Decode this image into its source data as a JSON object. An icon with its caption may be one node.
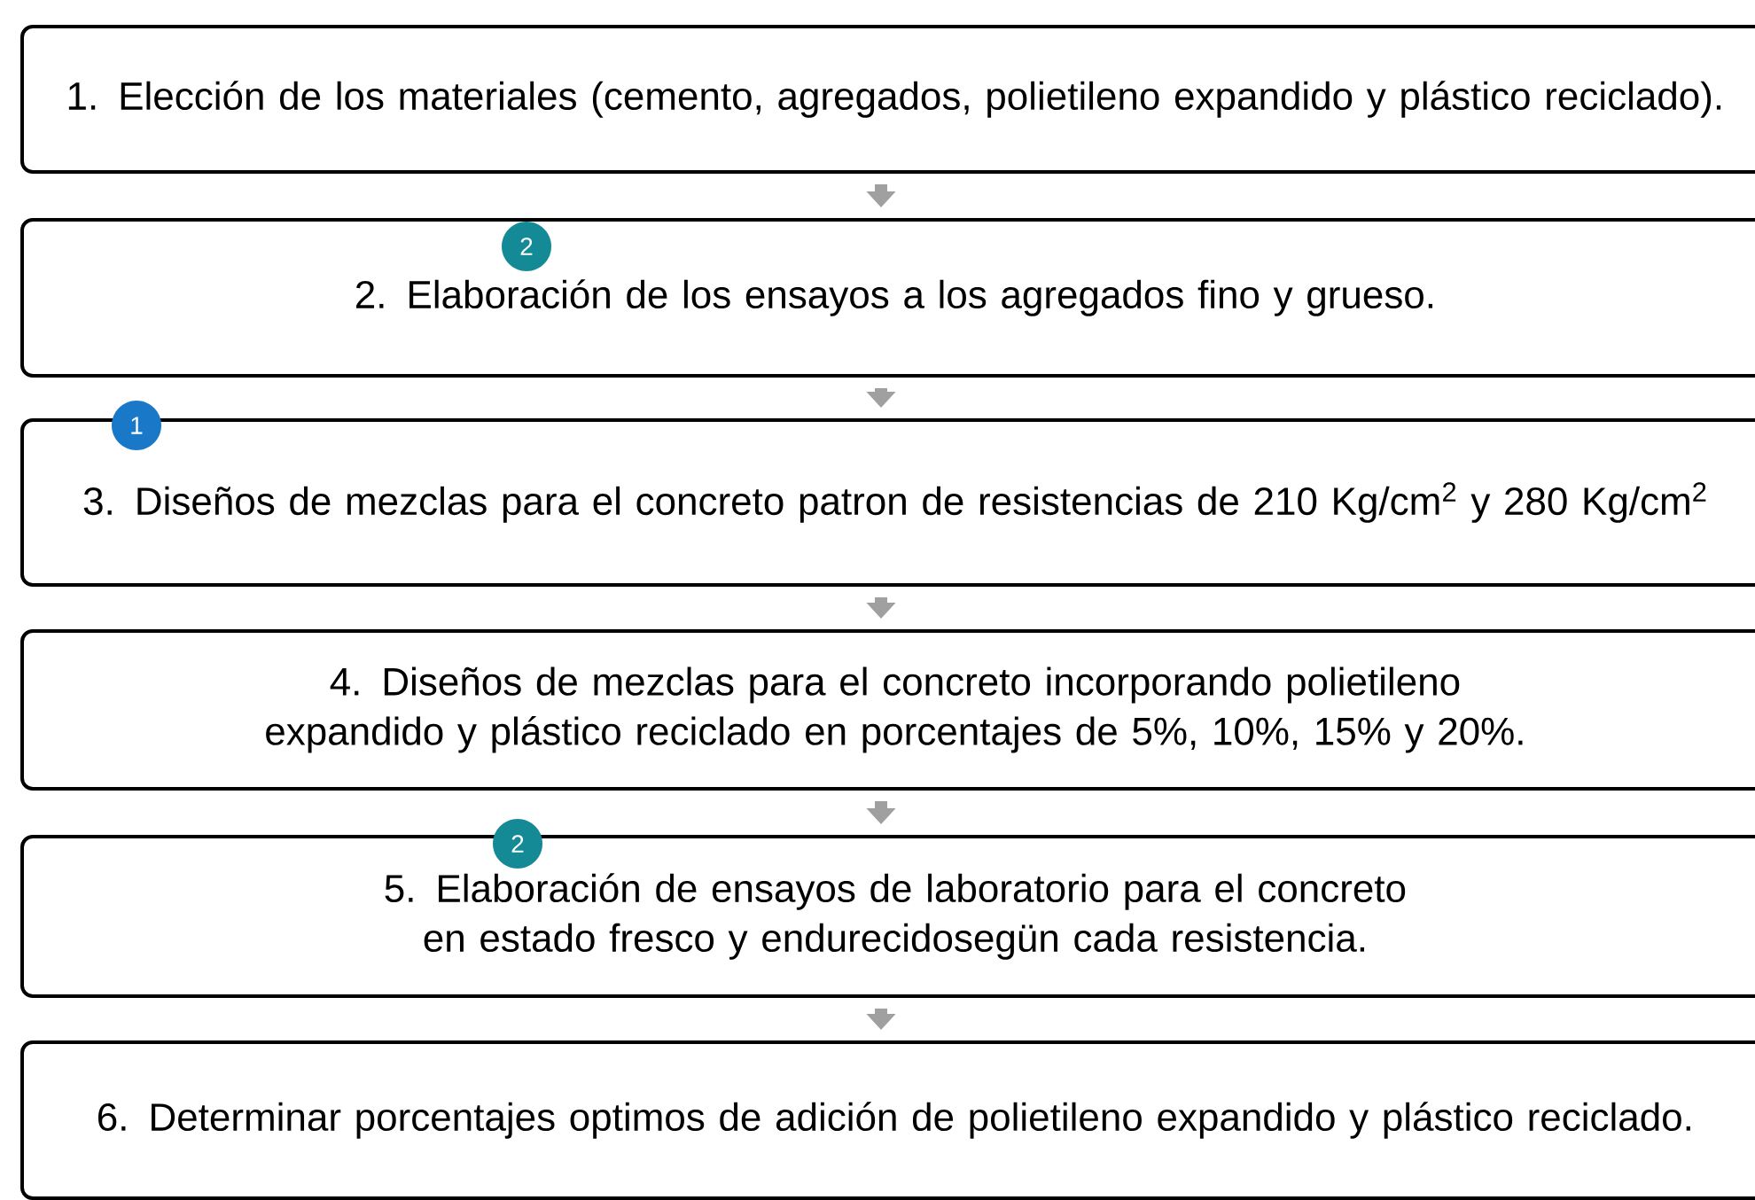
{
  "diagram": {
    "nodes": [
      {
        "text": [
          "1. Elección de los materiales (cemento, agregados, polietileno expandido y plástico reciclado)."
        ]
      },
      {
        "text": [
          "2. Elaboración de los ensayos a los agregados fino y grueso."
        ]
      },
      {
        "text": [
          "3. Diseños de mezclas para el concreto patron de resistencias de 210 Kg/cm$^{2}$ y 280 Kg/cm$^{2}$"
        ]
      },
      {
        "text": [
          "4. Diseños de mezclas para el concreto incorporando polietileno expandido y plástico reciclado en porcentajes de 5%, 10%, 15% y 20%."
        ]
      },
      {
        "text": [
          "5. Elaboración de ensayos de laboratorio para el concreto en estado fresco y endurecidosegün cada resistencia."
        ]
      },
      {
        "text": [
          "6. Determinar porcentajes optimos de adición  de polietileno expandido y plástico reciclado."
        ]
      }
    ],
    "edges": [
      {
        "from": 0,
        "to": 1,
        "arrow": "to"
      },
      {
        "from": 1,
        "to": 2,
        "arrow": "to"
      },
      {
        "from": 2,
        "to": 3,
        "arrow": "to"
      },
      {
        "from": 3,
        "to": 4,
        "arrow": "to"
      },
      {
        "from": 4,
        "to": 5,
        "arrow": "to"
      }
    ],
    "labels": [
      "2",
      "1",
      "2"
    ]
  }
}
